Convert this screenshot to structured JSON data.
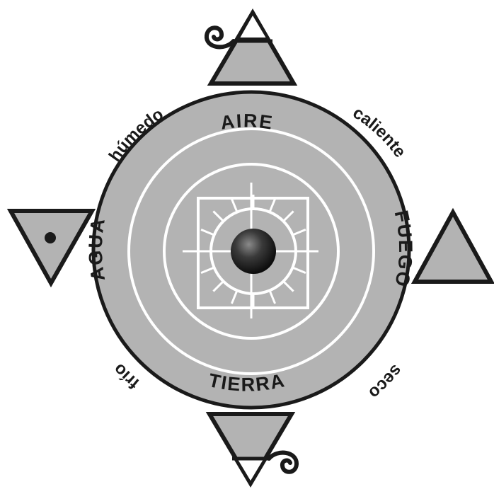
{
  "elements": {
    "top": "AIRE",
    "right": "FUEGO",
    "bottom": "TIERRA",
    "left": "AGUA"
  },
  "qualities": {
    "top_left": "húmedo",
    "top_right": "caliente",
    "bottom_right": "seco",
    "bottom_left": "frío"
  },
  "colors": {
    "ring_fill": "#b3b3b3",
    "outline": "#1a1a1a",
    "inner_lines": "#ffffff",
    "triangle_fill": "#b3b3b3",
    "background": "#ffffff"
  }
}
